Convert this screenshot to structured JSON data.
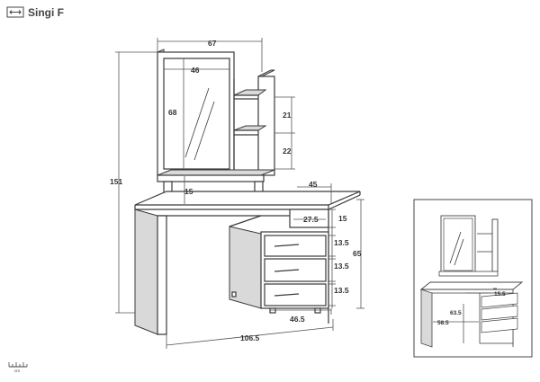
{
  "header": {
    "title": "Singi F"
  },
  "main_view": {
    "dims": {
      "mirror_width": "67",
      "mirror_inner_width": "46",
      "mirror_height": "68",
      "shelf_gap_top": "21",
      "shelf_gap_bottom": "22",
      "total_height": "151",
      "depth": "45",
      "base_gap": "15",
      "top_drawer_width": "27.5",
      "top_drawer_height": "15",
      "drawer_1": "13.5",
      "drawer_2": "13.5",
      "drawer_3": "13.5",
      "desk_height": "65",
      "cabinet_width": "46.5",
      "total_width": "106.5"
    }
  },
  "inset_view": {
    "dims": {
      "shelf_depth": "15.5",
      "knee_height": "63.5",
      "knee_width": "58.5"
    }
  },
  "footer": {
    "unit_label": "cm"
  }
}
